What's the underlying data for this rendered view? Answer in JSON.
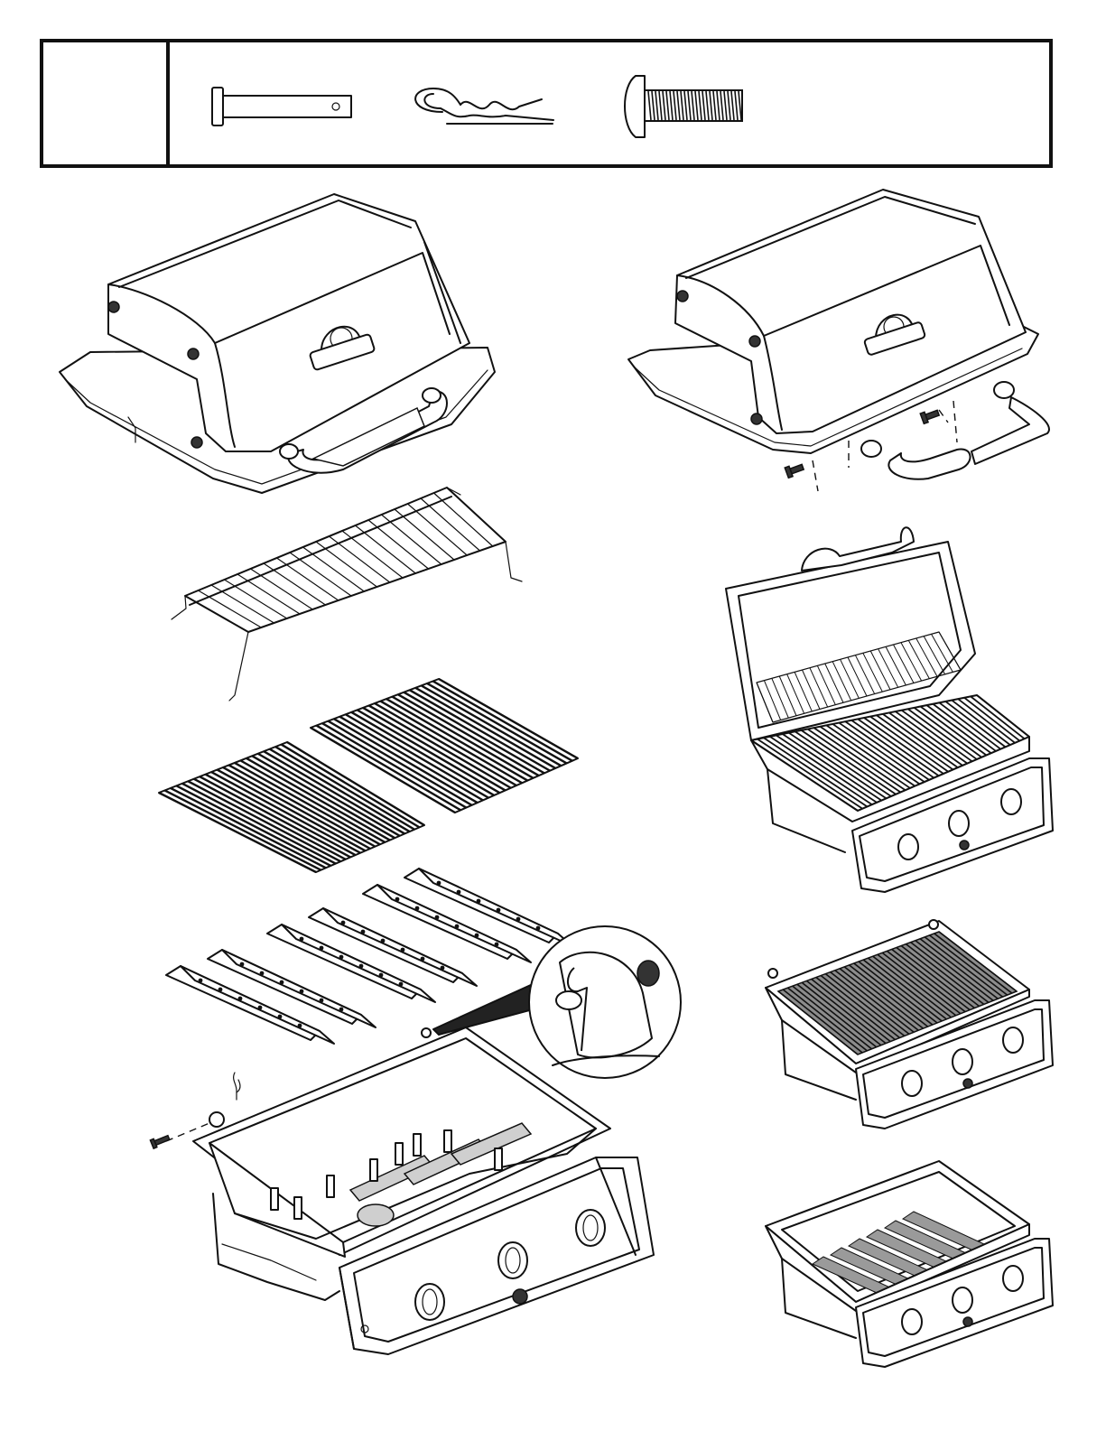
{
  "hardware_box": {
    "label_cell": "",
    "parts": [
      "clevis-pin",
      "hair-pin-cotter",
      "screw"
    ]
  },
  "steps": [
    {
      "id": "lid-assembled"
    },
    {
      "id": "lid-exploded-handle-screws"
    },
    {
      "id": "warming-rack"
    },
    {
      "id": "cooking-grids"
    },
    {
      "id": "flame-tamers"
    },
    {
      "id": "firebox-base-with-detail"
    },
    {
      "id": "grill-lid-open-complete"
    },
    {
      "id": "grill-with-grids"
    },
    {
      "id": "grill-with-flame-tamers"
    }
  ],
  "colors": {
    "line": "#111111",
    "background": "#ffffff",
    "shade": "#cfcfcf"
  }
}
